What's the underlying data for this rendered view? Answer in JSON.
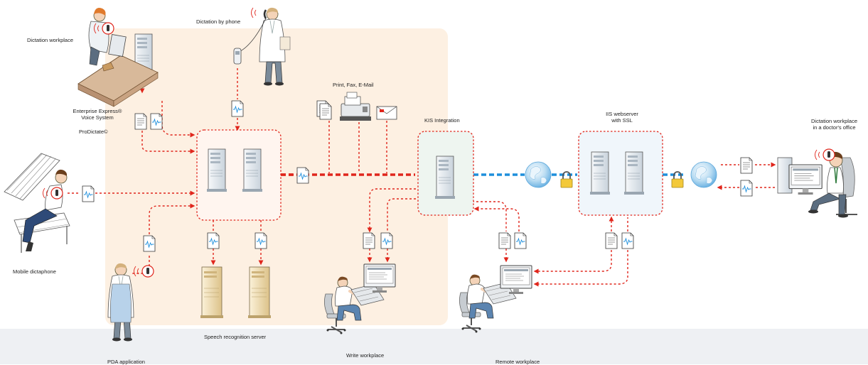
{
  "labels": {
    "dictation_workplace": "Dictation workplace",
    "dictation_by_phone": "Dictation by phone",
    "print_fax_email": "Print, Fax, E-Mail",
    "enterprise_line1": "Enterprise Express®",
    "enterprise_line2": "Voice System",
    "prodictate": "ProDictate©",
    "kis_integration": "KIS Integration",
    "iis_line1": "IIS webserver",
    "iis_line2": "with SSL",
    "doctor_office_line1": "Dictation workplace",
    "doctor_office_line2": "in a doctor's office",
    "mobile_dictaphone": "Mobile dictaphone",
    "speech_recognition_server": "Speech recognition server",
    "write_workplace": "Write workplace",
    "remote_workplace": "Remote workplace",
    "pda_application": "PDA application"
  },
  "colors": {
    "link_red": "#e0261c",
    "link_blue": "#1e8fdc",
    "zone_fill": "#fdf0e2",
    "ground": "#eef0f3",
    "server_grey": "#dfe6ec",
    "server_tan": "#e9d5a8"
  },
  "icons": [
    "dictation-workplace-person-icon",
    "phone-doctor-icon",
    "mobile-dictaphone-person-icon",
    "pda-doctor-icon",
    "write-workplace-person-icon",
    "remote-workplace-person-icon",
    "doctor-office-person-icon",
    "server-icon",
    "globe-icon",
    "lock-icon",
    "printer-icon",
    "fax-icon",
    "email-icon",
    "document-icon",
    "audio-file-icon",
    "monitor-icon"
  ]
}
